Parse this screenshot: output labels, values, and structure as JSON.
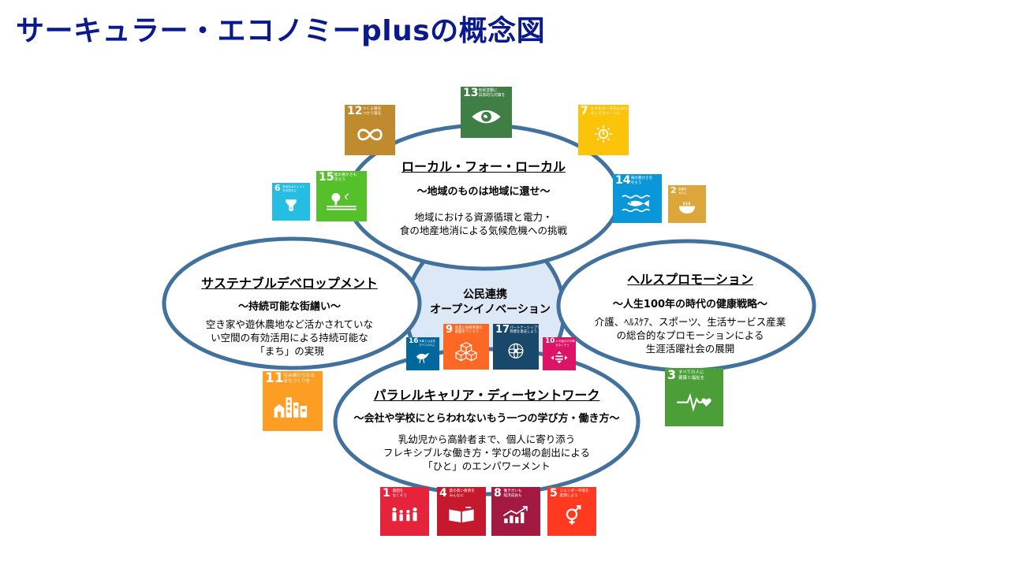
{
  "title": "サーキュラー・エコノミーplusの概念図",
  "center": {
    "line1": "公民連携",
    "line2": "オープンイノベーション"
  },
  "local": {
    "heading": "ローカル・フォー・ローカル",
    "subtitle": "～地域のものは地域に還せ～",
    "body_line1": "地域における資源循環と電力・",
    "body_line2": "食の地産地消による気候危機への挑戦"
  },
  "sustainable": {
    "heading": "サステナブルデベロップメント",
    "subtitle": "～持続可能な街繕い～",
    "body_line1": "空き家や遊休農地など活かされていな",
    "body_line2": "い空間の有効活用による持続可能な",
    "body_line3": "「まち」の実現"
  },
  "health": {
    "heading": "ヘルスプロモーション",
    "subtitle": "～人生100年の時代の健康戦略～",
    "body_line1": "介護、ﾍﾙｽｹｱ、スポーツ、生活サービス産業",
    "body_line2": "の総合的なプロモーションによる",
    "body_line3": "生涯活躍社会の展開"
  },
  "career": {
    "heading": "パラレルキャリア・ディーセントワーク",
    "subtitle": "～会社や学校にとらわれないもう一つの学び方・働き方～",
    "body_line1": "乳幼児から高齢者まで、個人に寄り添う",
    "body_line2": "フレキシブルな働き方・学びの場の創出による",
    "body_line3": "「ひと」のエンパワーメント"
  },
  "sdg_icons": {
    "g1": {
      "num": "1",
      "label": "貧困を\nなくそう",
      "color": "#e5243b",
      "icon": "people-icon"
    },
    "g2": {
      "num": "2",
      "label": "飢餓を\nゼロに",
      "color": "#dda63a",
      "icon": "bowl-icon"
    },
    "g3": {
      "num": "3",
      "label": "すべての人に\n健康と福祉を",
      "color": "#4c9f38",
      "icon": "heartbeat-icon"
    },
    "g4": {
      "num": "4",
      "label": "質の高い教育を\nみんなに",
      "color": "#c5192d",
      "icon": "book-icon"
    },
    "g5": {
      "num": "5",
      "label": "ジェンダー平等を\n実現しよう",
      "color": "#ff3a21",
      "icon": "gender-icon"
    },
    "g6": {
      "num": "6",
      "label": "安全な水とトイレ\nを世界中に",
      "color": "#26bde2",
      "icon": "water-icon"
    },
    "g7": {
      "num": "7",
      "label": "エネルギーをみんなに\nそしてクリーンに",
      "color": "#fcc30b",
      "icon": "sun-icon"
    },
    "g8": {
      "num": "8",
      "label": "働きがいも\n経済成長も",
      "color": "#a21942",
      "icon": "growth-icon"
    },
    "g9": {
      "num": "9",
      "label": "産業と技術革新の\n基盤をつくろう",
      "color": "#fd6925",
      "icon": "cubes-icon"
    },
    "g10": {
      "num": "10",
      "label": "人や国の不平等\nをなくそう",
      "color": "#dd1367",
      "icon": "equal-icon"
    },
    "g11": {
      "num": "11",
      "label": "住み続けられる\nまちづくりを",
      "color": "#fd9d24",
      "icon": "city-icon"
    },
    "g12": {
      "num": "12",
      "label": "つくる責任\nつかう責任",
      "color": "#bf8b2e",
      "icon": "infinity-icon"
    },
    "g13": {
      "num": "13",
      "label": "気候変動に\n具体的な対策を",
      "color": "#3f7e44",
      "icon": "eye-icon"
    },
    "g14": {
      "num": "14",
      "label": "海の豊かさを\n守ろう",
      "color": "#0a97d9",
      "icon": "fish-icon"
    },
    "g15": {
      "num": "15",
      "label": "陸の豊かさも\n守ろう",
      "color": "#56c02b",
      "icon": "tree-icon"
    },
    "g16": {
      "num": "16",
      "label": "平和と公正を\nすべての人に",
      "color": "#00689d",
      "icon": "dove-icon"
    },
    "g17": {
      "num": "17",
      "label": "パートナーシップで\n目標を達成しよう",
      "color": "#19486a",
      "icon": "flower-icon"
    }
  },
  "colors": {
    "ring": "#41719c",
    "center_fill": "#dce8f5",
    "title": "#0a1a8c"
  }
}
